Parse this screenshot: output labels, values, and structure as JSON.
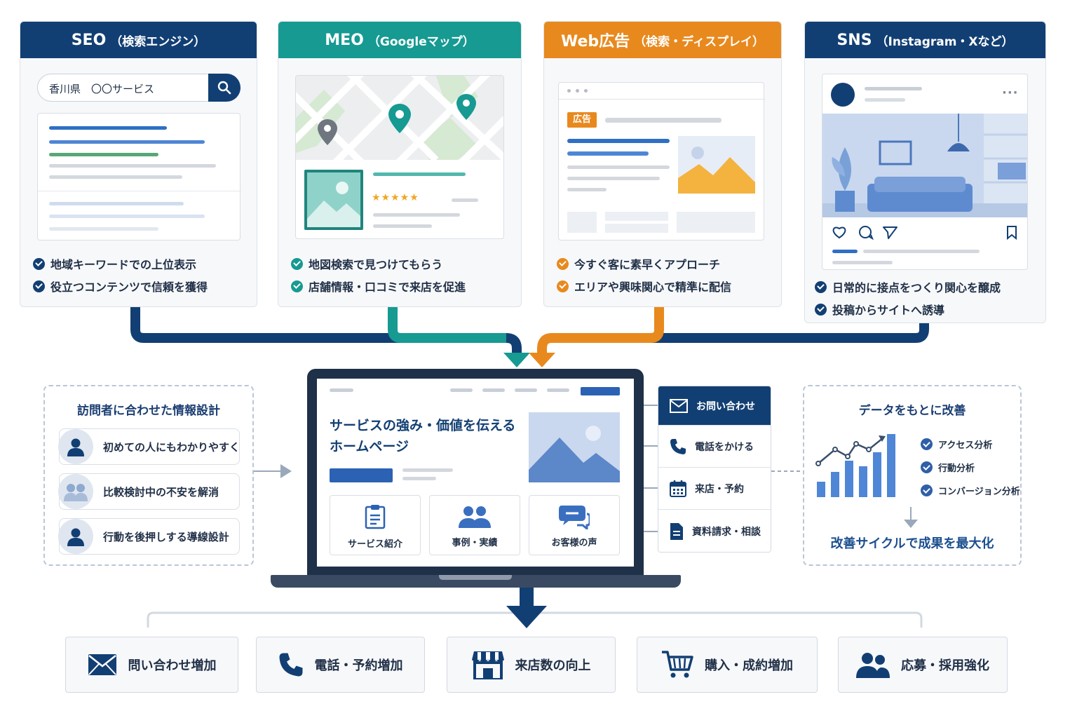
{
  "channels": [
    {
      "title": "SEO",
      "subtitle": "（検索エンジン）",
      "color": "#123f73",
      "search_text": "香川県　〇〇サービス",
      "bullets": [
        "地域キーワードでの上位表示",
        "役立つコンテンツで信頼を獲得"
      ]
    },
    {
      "title": "MEO",
      "subtitle": "（Googleマップ）",
      "color": "#169a92",
      "bullets": [
        "地図検索で見つけてもらう",
        "店舗情報・口コミで来店を促進"
      ]
    },
    {
      "title": "Web広告",
      "subtitle": "（検索・ディスプレイ）",
      "color": "#e8891e",
      "ad_badge": "広告",
      "bullets": [
        "今すぐ客に素早くアプローチ",
        "エリアや興味関心で精準に配信"
      ]
    },
    {
      "title": "SNS",
      "subtitle": "（Instagram・Xなど）",
      "color": "#123f73",
      "bullets": [
        "日常的に接点をつくり関心を醸成",
        "投稿からサイトへ誘導"
      ]
    }
  ],
  "visitor_panel": {
    "title": "訪問者に合わせた情報設計",
    "items": [
      "初めての人にもわかりやすく",
      "比較検討中の不安を解消",
      "行動を後押しする導線設計"
    ]
  },
  "homepage": {
    "headline_line1": "サービスの強み・価値を伝える",
    "headline_line2": "ホームページ",
    "cards": [
      "サービス紹介",
      "事例・実績",
      "お客様の声"
    ],
    "ctas": [
      "お問い合わせ",
      "電話をかける",
      "来店・予約",
      "資料請求・相談"
    ]
  },
  "improve_panel": {
    "title": "データをもとに改善",
    "checks": [
      "アクセス分析",
      "行動分析",
      "コンバージョン分析"
    ],
    "result": "改善サイクルで成果を最大化"
  },
  "outcomes": [
    "問い合わせ増加",
    "電話・予約増加",
    "来店数の向上",
    "購入・成約増加",
    "応募・採用強化"
  ],
  "colors": {
    "navy": "#123f73",
    "teal": "#169a92",
    "orange": "#e8891e",
    "blue": "#2f6fc4"
  }
}
